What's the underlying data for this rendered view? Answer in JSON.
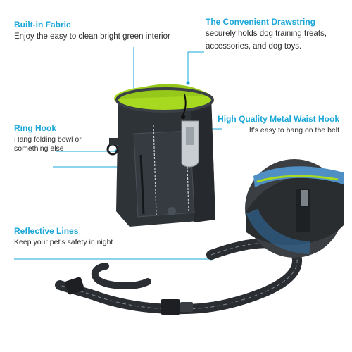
{
  "callouts": {
    "fabric": {
      "title": "Built-in Fabric",
      "desc": "Enjoy the easy to clean bright green interior"
    },
    "drawstring": {
      "title": "The Convenient Drawstring",
      "line1": "securely holds dog training treats,",
      "line2": "accessories, and dog toys."
    },
    "ringhook": {
      "title": "Ring Hook",
      "line1": "Hang folding bowl or",
      "line2": "something else"
    },
    "waisthook": {
      "title": "High Quality Metal Waist Hook",
      "desc": "It's easy to hang on the belt"
    },
    "reflective": {
      "title": "Reflective Lines",
      "desc": "Keep your pet's safety in night"
    }
  },
  "colors": {
    "accent": "#1aa7d8",
    "bag": "#2e3338",
    "lining": "#a6d91f",
    "strap": "#2a2d31"
  }
}
